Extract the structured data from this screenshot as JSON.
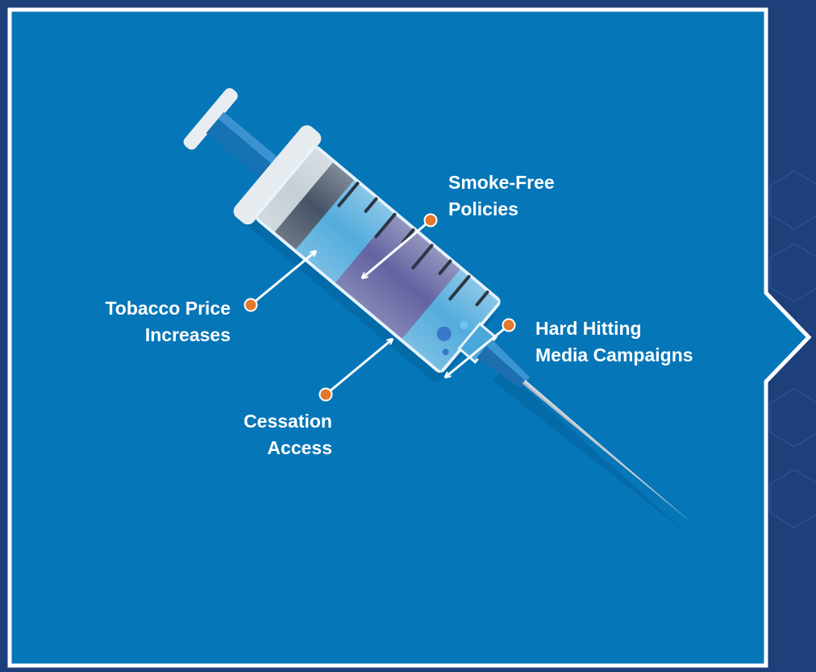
{
  "colors": {
    "background_navy": "#1d3f7a",
    "panel_blue": "#0576b8",
    "border_white": "#ffffff",
    "dot_orange": "#e4782e",
    "fluid_light_blue": "#4aa8db",
    "fluid_purple": "#5a5b9c"
  },
  "icons": {
    "syringe": "syringe-icon",
    "connector_dot": "orange-dot"
  },
  "labels": {
    "smoke_free": {
      "line1": "Smoke-Free",
      "line2": "Policies"
    },
    "tobacco_price": {
      "line1": "Tobacco Price",
      "line2": "Increases"
    },
    "media_campaigns": {
      "line1": "Hard Hitting",
      "line2": "Media Campaigns"
    },
    "cessation": {
      "line1": "Cessation",
      "line2": "Access"
    }
  }
}
